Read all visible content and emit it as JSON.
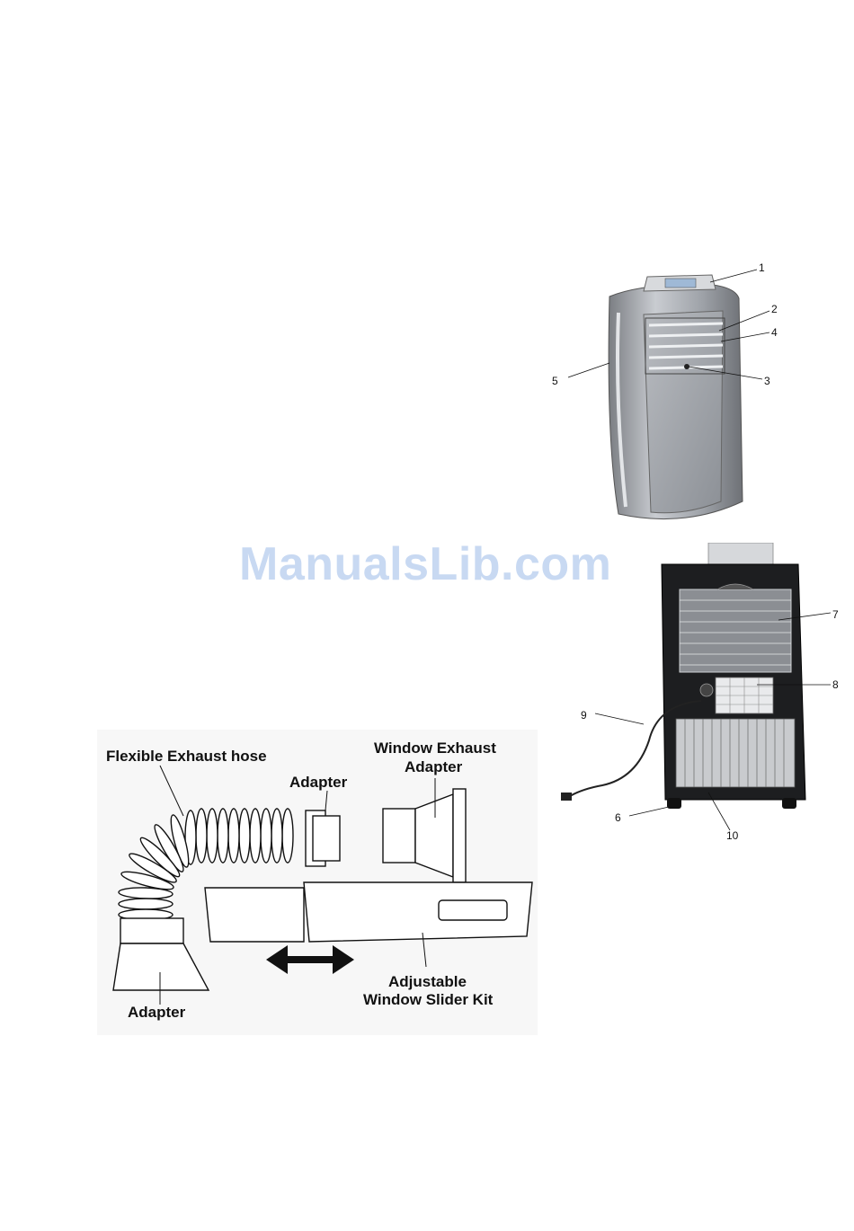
{
  "watermark": "ManualsLib.com",
  "front_callouts": [
    "1",
    "2",
    "4",
    "3",
    "5"
  ],
  "rear_callouts": [
    "7",
    "8",
    "9",
    "6",
    "10"
  ],
  "kit_labels": {
    "flexible_hose": "Flexible Exhaust hose",
    "adapter_top": "Adapter",
    "window_adapter_line1": "Window Exhaust",
    "window_adapter_line2": "Adapter",
    "slider_line1": "Adjustable",
    "slider_line2": "Window Slider Kit",
    "adapter_bottom": "Adapter"
  }
}
